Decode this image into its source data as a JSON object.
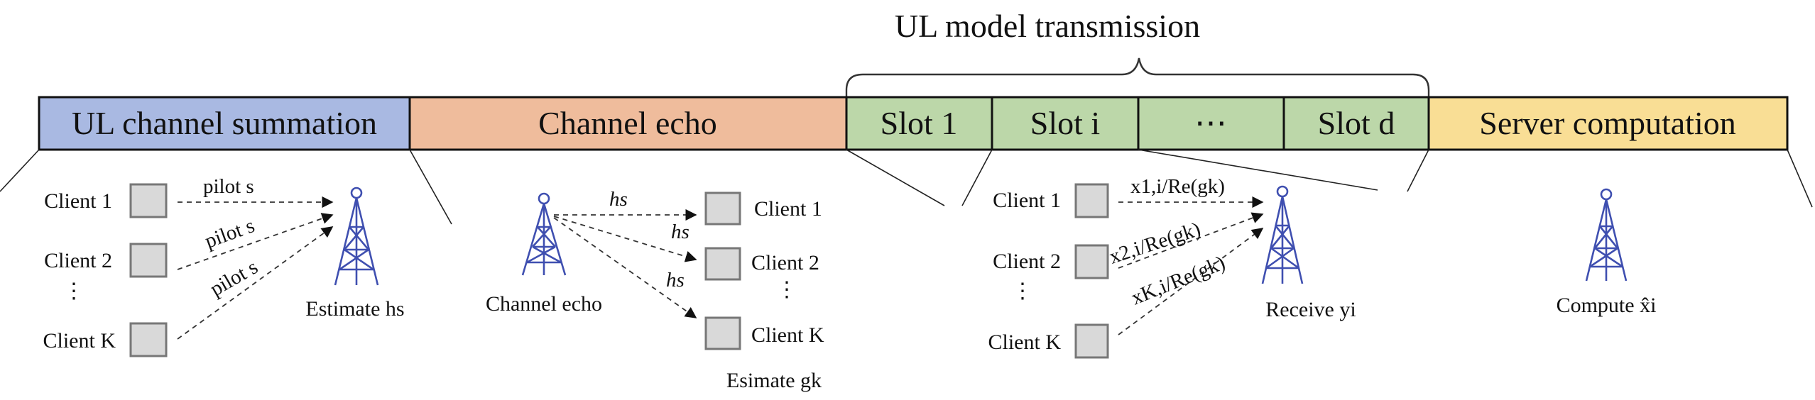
{
  "timeline": {
    "bracket_label": "UL model transmission",
    "segments": [
      {
        "label": "UL channel summation",
        "color": "#a9b9e2"
      },
      {
        "label": "Channel echo",
        "color": "#efbc9c"
      },
      {
        "label": "Slot 1",
        "color": "#bcd7a9"
      },
      {
        "label": "Slot i",
        "color": "#bcd7a9"
      },
      {
        "label": "⋯",
        "color": "#bcd7a9"
      },
      {
        "label": "Slot d",
        "color": "#bcd7a9"
      },
      {
        "label": "Server computation",
        "color": "#f9de95"
      }
    ]
  },
  "phase1": {
    "clients": [
      "Client 1",
      "Client 2",
      "⋮",
      "Client K"
    ],
    "edges": [
      "pilot s",
      "pilot s",
      "pilot s"
    ],
    "bs_label": "Estimate hs"
  },
  "phase2": {
    "bs_label": "Channel echo",
    "edges": [
      "hs",
      "hs",
      "hs"
    ],
    "clients": [
      "Client 1",
      "Client 2",
      "⋮",
      "Client K"
    ],
    "client_label": "Esimate gk"
  },
  "phase3": {
    "clients": [
      "Client 1",
      "Client 2",
      "⋮",
      "Client K"
    ],
    "edges": [
      "x1,i/Re(gk)",
      "x2,i/Re(gk)",
      "xK,i/Re(gk)"
    ],
    "bs_label": "Receive yi"
  },
  "phase4": {
    "bs_label": "Compute x̂i"
  },
  "colors": {
    "tower": "#3f4fb0",
    "client_box": "#d9d9d9"
  }
}
